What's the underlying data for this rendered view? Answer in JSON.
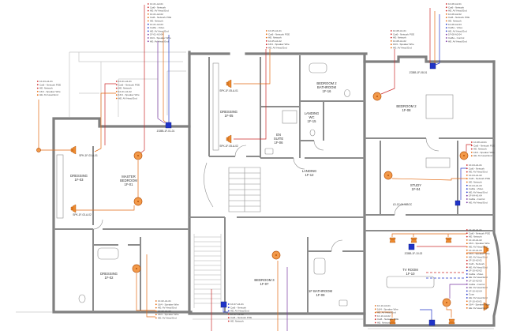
{
  "colors": {
    "orange": "#e36a12",
    "red": "#cc2b2b",
    "blue": "#2436c9",
    "purple": "#7b3aa3",
    "wall": "#808080"
  },
  "rooms": {
    "dressing_03": {
      "lines": [
        "DRESSING",
        "1F-03"
      ]
    },
    "master_bedroom": {
      "lines": [
        "MASTER",
        "BEDROOM",
        "1F-01"
      ]
    },
    "dressing_02": {
      "lines": [
        "DRESSING",
        "1F-02"
      ]
    },
    "dressing_05": {
      "lines": [
        "DRESSING",
        "1F-05"
      ]
    },
    "en_suite": {
      "lines": [
        "EN",
        "SUITE",
        "1F-06"
      ]
    },
    "landing_wc": {
      "lines": [
        "LANDING",
        "WC",
        "1F-15"
      ]
    },
    "bedroom2_bathroom": {
      "lines": [
        "BEDROOM 2",
        "BATHROOM",
        "1F-16"
      ]
    },
    "landing": {
      "lines": [
        "LANDING",
        "1F-12"
      ]
    },
    "bedroom2": {
      "lines": [
        "BEDROOM 2",
        "1F-08"
      ]
    },
    "study": {
      "lines": [
        "STUDY",
        "1F-04"
      ]
    },
    "bedroom3": {
      "lines": [
        "BEDROOM 3",
        "1F-07"
      ]
    },
    "bathroom": {
      "lines": [
        "1F BATHROOM",
        "1F-09"
      ]
    },
    "tv_room": {
      "lines": [
        "TV ROOM",
        "1F-10"
      ]
    }
  },
  "tags": {
    "spk_05_a01": "SPK-1F-05-A-01",
    "spk_05_a02": "SPK-1F-05-A-02",
    "spk_03_a01": "SPK-1F-03-A-01",
    "spk_03_a02": "SPK-1F-03-A-02",
    "zgbb_01_01": "ZGBB-1F-01-01",
    "zgbb_08_01": "ZGBB-1F-08-01",
    "zgbb_10_02": "ZGBB-1F-10-02",
    "ld_04": "LD-1F-04-WBGC"
  },
  "annotations": [
    {
      "lines": [
        {
          "t": "1F-01-A2-01",
          "c": "red"
        },
        {
          "t": "Cat6 - Network",
          "c": "red"
        },
        {
          "t": "HE: AV Head End",
          "c": "red"
        },
        {
          "t": "1F-01-A2-02",
          "c": "orange"
        },
        {
          "t": "Cat6 - Network POE",
          "c": "orange"
        },
        {
          "t": "HE: Network",
          "c": "orange"
        },
        {
          "t": "1F-01-A2-03",
          "c": "blue"
        },
        {
          "t": "Cat6a - Video",
          "c": "blue"
        },
        {
          "t": "HE: AV Head End",
          "c": "blue"
        },
        {
          "t": "1F-01-A2-04",
          "c": "purple"
        },
        {
          "t": "16/4 - Speaker Wire",
          "c": "purple"
        },
        {
          "t": "HE: AV Head End",
          "c": "purple"
        }
      ]
    },
    {
      "lines": [
        {
          "t": "1F-05-A1-01",
          "c": "orange"
        },
        {
          "t": "Cat6 - Network POE",
          "c": "orange"
        },
        {
          "t": "HE: Network",
          "c": "orange"
        },
        {
          "t": "1F-05-A1-02",
          "c": "red"
        },
        {
          "t": "16/4 - Speaker Wire",
          "c": "red"
        },
        {
          "t": "HE: AV Head End",
          "c": "red"
        }
      ]
    },
    {
      "lines": [
        {
          "t": "1F-08-A1-01",
          "c": "red"
        },
        {
          "t": "Cat6 - Network POE",
          "c": "red"
        },
        {
          "t": "HE: Network",
          "c": "red"
        },
        {
          "t": "1F-08-A1-02",
          "c": "orange"
        },
        {
          "t": "16/4 - Speaker Wire",
          "c": "orange"
        },
        {
          "t": "HE: AV Head End",
          "c": "orange"
        }
      ]
    },
    {
      "lines": [
        {
          "t": "1F-08-A2-01",
          "c": "red"
        },
        {
          "t": "Cat6 - Network",
          "c": "red"
        },
        {
          "t": "HE: AV Head End",
          "c": "red"
        },
        {
          "t": "1F-08-A2-02",
          "c": "orange"
        },
        {
          "t": "Cat6 - Network POE",
          "c": "orange"
        },
        {
          "t": "HE: Network",
          "c": "orange"
        },
        {
          "t": "1F-08-A2-03",
          "c": "blue"
        },
        {
          "t": "Cat6a - Video",
          "c": "blue"
        },
        {
          "t": "HE: AV Head End",
          "c": "blue"
        },
        {
          "t": "1F-08-A2-04",
          "c": "purple"
        },
        {
          "t": "Cat6a - Control",
          "c": "purple"
        },
        {
          "t": "HE: AV Head End",
          "c": "purple"
        }
      ]
    },
    {
      "lines": [
        {
          "t": "1F-03-A1-01",
          "c": "red"
        },
        {
          "t": "Cat6 - Network POE",
          "c": "red"
        },
        {
          "t": "HE: Network",
          "c": "red"
        },
        {
          "t": "16/4 - Speaker Wire",
          "c": "orange"
        },
        {
          "t": "HE: AV Head End",
          "c": "orange"
        }
      ]
    },
    {
      "lines": [
        {
          "t": "1F-01-A1-01",
          "c": "red"
        },
        {
          "t": "Cat6 - Network POE",
          "c": "red"
        },
        {
          "t": "HE: Network",
          "c": "red"
        },
        {
          "t": "1F-01-A1-02",
          "c": "orange"
        },
        {
          "t": "16/4 - Speaker Wire",
          "c": "orange"
        },
        {
          "t": "HE: AV Head End",
          "c": "orange"
        }
      ]
    },
    {
      "lines": [
        {
          "t": "1F-08-A3-01",
          "c": "red"
        },
        {
          "t": "Cat6 - Network POE",
          "c": "red"
        },
        {
          "t": "HE: Network",
          "c": "red"
        },
        {
          "t": "16/4 - Speaker Wire",
          "c": "orange"
        },
        {
          "t": "HE: AV Head End",
          "c": "orange"
        }
      ]
    },
    {
      "lines": [
        {
          "t": "1F-04-A1-01",
          "c": "red"
        },
        {
          "t": "Cat6 - Network",
          "c": "red"
        },
        {
          "t": "HE: AV Head End",
          "c": "red"
        },
        {
          "t": "1F-04-A1-02",
          "c": "orange"
        },
        {
          "t": "Cat6 - Network POE",
          "c": "orange"
        },
        {
          "t": "HE: Network",
          "c": "orange"
        },
        {
          "t": "1F-04-A1-03",
          "c": "blue"
        },
        {
          "t": "Cat6a - Video",
          "c": "blue"
        },
        {
          "t": "HE: AV Head End",
          "c": "blue"
        },
        {
          "t": "1F-04-A1-04",
          "c": "purple"
        },
        {
          "t": "Cat6a - Control",
          "c": "purple"
        },
        {
          "t": "HE: AV Head End",
          "c": "purple"
        }
      ]
    },
    {
      "lines": [
        {
          "t": "1F-10-A1-01",
          "c": "red"
        },
        {
          "t": "Cat6 - Network POE",
          "c": "red"
        },
        {
          "t": "HE: Network",
          "c": "red"
        },
        {
          "t": "1F-10-A1-02",
          "c": "orange"
        },
        {
          "t": "16/4 - Speaker Wire",
          "c": "orange"
        },
        {
          "t": "HE: AV Head End",
          "c": "orange"
        },
        {
          "t": "1F-10-A1-03",
          "c": "orange"
        },
        {
          "t": "16/4 - Speaker Wire",
          "c": "orange"
        },
        {
          "t": "HE: AV Head End",
          "c": "orange"
        },
        {
          "t": "1F-10-A2-01",
          "c": "red"
        },
        {
          "t": "Cat6 - Network",
          "c": "red"
        },
        {
          "t": "HE: AV Head End",
          "c": "red"
        },
        {
          "t": "1F-10-A2-02",
          "c": "blue"
        },
        {
          "t": "Cat6a - Video",
          "c": "blue"
        },
        {
          "t": "HE: AV Head End",
          "c": "blue"
        },
        {
          "t": "1F-10-A2-03",
          "c": "purple"
        },
        {
          "t": "Cat6a - Control",
          "c": "purple"
        },
        {
          "t": "HE: AV Head End",
          "c": "purple"
        },
        {
          "t": "1F-10-A2-04",
          "c": "blue"
        },
        {
          "t": "Coax",
          "c": "blue"
        },
        {
          "t": "HE: AV Head End",
          "c": "blue"
        },
        {
          "t": "1F-10-A3-01",
          "c": "orange"
        },
        {
          "t": "16/4 - Speaker Wire",
          "c": "orange"
        },
        {
          "t": "HE: AV Head End",
          "c": "orange"
        }
      ]
    },
    {
      "lines": [
        {
          "t": "1F-02-A1-01",
          "c": "orange"
        },
        {
          "t": "16/4 - Speaker Wire",
          "c": "orange"
        },
        {
          "t": "HE: AV Head End",
          "c": "orange"
        },
        {
          "t": "1F-02-A1-02",
          "c": "orange"
        },
        {
          "t": "16/4 - Speaker Wire",
          "c": "orange"
        },
        {
          "t": "HE: AV Head End",
          "c": "orange"
        }
      ]
    },
    {
      "lines": [
        {
          "t": "1F-07-A1-01",
          "c": "blue"
        },
        {
          "t": "Cat6 - Network",
          "c": "blue"
        },
        {
          "t": "HE: AV Head End",
          "c": "blue"
        },
        {
          "t": "1F-07-A1-02",
          "c": "red"
        },
        {
          "t": "Cat6 - Network POE",
          "c": "red"
        },
        {
          "t": "HE: Network",
          "c": "red"
        }
      ]
    },
    {
      "lines": [
        {
          "t": "1F-10-A4-01",
          "c": "orange"
        },
        {
          "t": "16/4 - Speaker Wire",
          "c": "orange"
        },
        {
          "t": "HE: AV Head End",
          "c": "orange"
        },
        {
          "t": "1F-10-A4-02",
          "c": "red"
        },
        {
          "t": "Cat6 - Network POE",
          "c": "red"
        },
        {
          "t": "HE: Network",
          "c": "red"
        }
      ]
    }
  ]
}
